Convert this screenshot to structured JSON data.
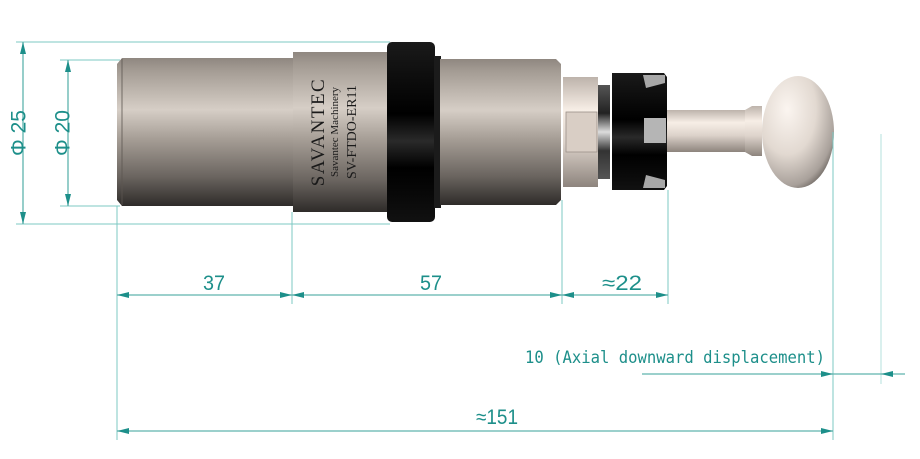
{
  "product": {
    "brand": "SAVANTEC",
    "company": "Savantec Machinery",
    "model": "SV-FTDO-ER11"
  },
  "colors": {
    "dimension_line": "#7cc8c3",
    "dimension_text": "#1d8f8a",
    "arrow": "#1d8f8a",
    "body_light": "#d8d0c8",
    "body_dark": "#3c3835",
    "ring_black": "#0a0a0a",
    "stylus_light": "#f4ebe3"
  },
  "dimensions": {
    "outer_diameter": {
      "symbol": "Φ",
      "value": "25",
      "label": "Φ 25"
    },
    "shank_diameter": {
      "symbol": "Φ",
      "value": "20",
      "label": "Φ 20"
    },
    "shank_length": {
      "value": "37",
      "label": "37"
    },
    "body_length": {
      "value": "57",
      "label": "57"
    },
    "nose_length": {
      "value": "22",
      "approx": true,
      "label": "≈22"
    },
    "displacement": {
      "value": "10",
      "note": "Axial downward displacement",
      "label": "10 (Axial downward displacement)"
    },
    "total_length": {
      "value": "151",
      "approx": true,
      "label": "≈151"
    }
  }
}
